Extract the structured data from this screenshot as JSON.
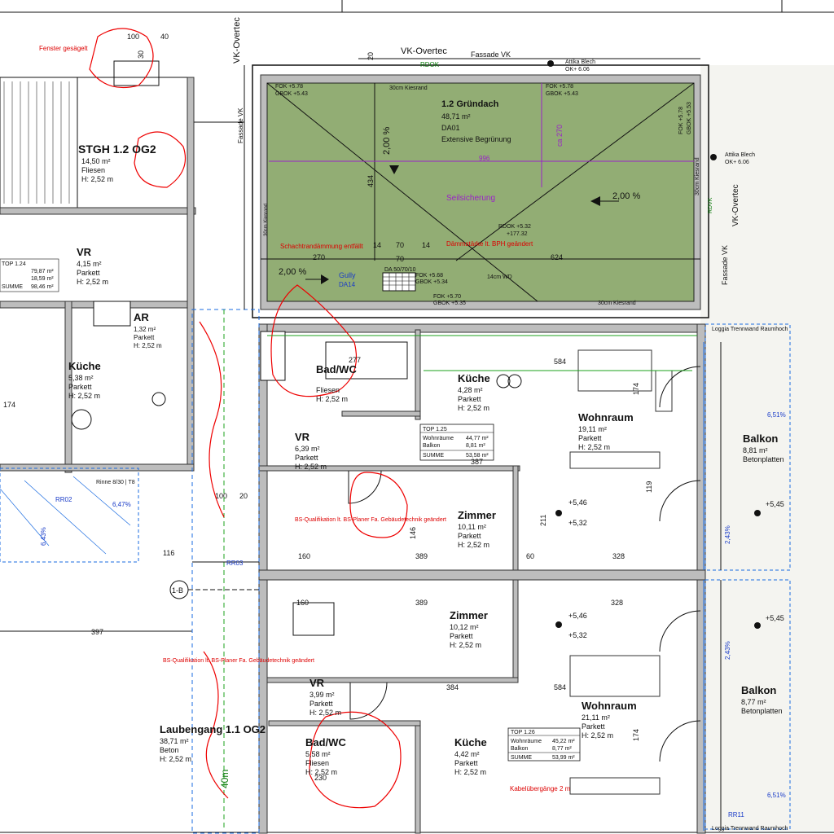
{
  "sheet": {
    "background": "#ffffff",
    "roof_fill": "#92ad74",
    "wall_fill": "#bdbdbd",
    "markup_color": "#e00000",
    "electrical_color": "#1a6be0",
    "hvac_color": "#1ba01b"
  },
  "roof": {
    "header_left": "VK-Overtec",
    "header_right": "Fassade VK",
    "rdok": "RDOK",
    "name": "1.2 Gründach",
    "area": "48,71 m²",
    "code": "DA01",
    "finish": "Extensive Begrünung",
    "slope_1": "2,00 %",
    "slope_2": "2,00 %",
    "slope_3": "2,00 %",
    "seil": "Seilsicherung",
    "seil_dim": "996",
    "ca_dim": "ca 270",
    "fok_1": "FOK +5.78",
    "gbok_1": "GBOK +5.43",
    "fok_2": "FOK +5.78",
    "gbok_2": "GBOK +5.43",
    "fok_3": "FOK +5.78",
    "gbok_3": "GBOK +5.53",
    "fok_4": "FOK +5.70",
    "gbok_4": "GBOK +5.35",
    "fok_5": "FOK +5.68",
    "gbok_5": "GBOK +5.34",
    "kies_1": "30cm Kiesrand",
    "kies_2": "30cm Kiesrand",
    "kies_3": "30cm Kiesrand",
    "kies_4": "30cm Kiesrand",
    "rdok_val": "RDOK +5.32",
    "rdok_val2": "+177.32",
    "dim_270": "270",
    "dim_624": "624",
    "dim_14a": "14",
    "dim_70a": "70",
    "dim_14b": "14",
    "dim_70b": "70",
    "dim_434": "434",
    "dim_20": "20",
    "gully": "Gully",
    "da14": "DA14",
    "da_size": "DA 50/70/10",
    "wd": "14cm WD",
    "markup_1": "Schachtrandämmung entfällt",
    "markup_2": "Dämmstärke lt. BPH geändert",
    "attika_1": "Attika Blech",
    "attika_1b": "OK+ 6.06",
    "attika_2": "Attika Blech",
    "attika_2b": "OK+ 6.06",
    "vk_right": "VK-Overtec",
    "fassade_right": "Fassade VK",
    "rdvk": "RDVK"
  },
  "stair": {
    "name": "STGH 1.2 OG2",
    "area": "14,50 m²",
    "finish": "Fliesen",
    "height": "H: 2,52 m",
    "markup": "Fenster gesägelt",
    "dim_100": "100",
    "dim_40": "40",
    "dim_30": "30"
  },
  "left_unit": {
    "vr": "VR",
    "vr_area": "4,15 m²",
    "vr_finish": "Parkett",
    "vr_height": "H: 2,52 m",
    "ar": "AR",
    "ar_area": "1,32 m²",
    "ar_finish": "Parkett",
    "ar_height": "H: 2,52 m",
    "kueche": "Küche",
    "kueche_area": "5,38 m²",
    "kueche_finish": "Parkett",
    "kueche_height": "H: 2,52 m",
    "top": "TOP 1.24",
    "sum_1": "79,87 m²",
    "sum_2": "18,59 m²",
    "summe": "SUMME",
    "sum_total": "98,46 m²",
    "dim_174": "174",
    "dim_397": "397",
    "rr02": "RR02",
    "pct": "6,47%",
    "pct2": "6,43%",
    "rinne": "Rinne 8/30 | T8",
    "dim_116": "116",
    "dim_100": "100",
    "dim_20": "20"
  },
  "top125": {
    "bad": "Bad/WC",
    "bad_finish": "Fliesen",
    "bad_height": "H: 2,52 m",
    "kueche": "Küche",
    "kueche_area": "4,28 m²",
    "kueche_finish": "Parkett",
    "kueche_height": "H: 2,52 m",
    "wohn": "Wohnraum",
    "wohn_area": "19,11 m²",
    "wohn_finish": "Parkett",
    "wohn_height": "H: 2,52 m",
    "vr": "VR",
    "vr_area": "6,39 m²",
    "vr_finish": "Parkett",
    "vr_height": "H: 2,52 m",
    "zimmer": "Zimmer",
    "zimmer_area": "10,11 m²",
    "zimmer_finish": "Parkett",
    "zimmer_height": "H: 2,52 m",
    "top": "TOP 1.25",
    "row1_label": "Wohnräume",
    "row1_val": "44,77 m²",
    "row2_label": "Balkon",
    "row2_val": "8,81 m²",
    "sum_label": "SUMME",
    "sum_val": "53,58 m²",
    "balkon": "Balkon",
    "balkon_area": "8,81 m²",
    "balkon_finish": "Betonplatten",
    "dim_277": "277",
    "dim_584": "584",
    "dim_387": "387",
    "dim_389": "389",
    "dim_328": "328",
    "dim_160": "160",
    "dim_146": "146",
    "dim_211": "211",
    "dim_174": "174",
    "dim_119": "119",
    "dim_60": "60",
    "lvl_1": "+5,46",
    "lvl_2": "+5,32",
    "lvl_3": "+5,45",
    "pct_1": "6,51%",
    "pct_2": "2,43%",
    "loggia": "Loggia Trennwand Raumhoch",
    "markup": "BS-Qualifikation lt. BS-Planer Fa. Gebäudetechnik geändert"
  },
  "top126": {
    "zimmer": "Zimmer",
    "zimmer_area": "10,12 m²",
    "zimmer_finish": "Parkett",
    "zimmer_height": "H: 2,52 m",
    "vr": "VR",
    "vr_area": "3,99 m²",
    "vr_finish": "Parkett",
    "vr_height": "H: 2,52 m",
    "wohn": "Wohnraum",
    "wohn_area": "21,11 m²",
    "wohn_finish": "Parkett",
    "wohn_height": "H: 2,52 m",
    "bad": "Bad/WC",
    "bad_area": "5,58 m²",
    "bad_finish": "Fliesen",
    "bad_height": "H: 2,52 m",
    "kueche": "Küche",
    "kueche_area": "4,42 m²",
    "kueche_finish": "Parkett",
    "kueche_height": "H: 2,52 m",
    "balkon": "Balkon",
    "balkon_area": "8,77 m²",
    "balkon_finish": "Betonplatten",
    "top": "TOP 1.26",
    "row1_label": "Wohnräume",
    "row1_val": "45,22 m²",
    "row2_label": "Balkon",
    "row2_val": "8,77 m²",
    "sum_label": "SUMME",
    "sum_val": "53,99 m²",
    "dim_389": "389",
    "dim_328": "328",
    "dim_384": "384",
    "dim_160": "160",
    "dim_584": "584",
    "dim_230": "230",
    "dim_174": "174",
    "lvl_1": "+5,46",
    "lvl_2": "+5,32",
    "lvl_3": "+5,45",
    "pct_1": "6,51%",
    "pct_2": "2,43%",
    "rr11": "RR11",
    "markup": "Kabelübergänge 2 m",
    "loggia": "Loggia Trennwand Raumhoch"
  },
  "corridor": {
    "name": "Laubengang 1.1 OG2",
    "area": "38,71 m²",
    "finish": "Beton",
    "height": "H: 2,52 m",
    "length": "40m",
    "axis": "1-B",
    "markup": "BS-Qualifikation lt. BS-Planer Fa. Gebäudetechnik geändert",
    "rr03": "RR03",
    "vk": "VK-Overtec",
    "fassade": "Fassade VK"
  }
}
